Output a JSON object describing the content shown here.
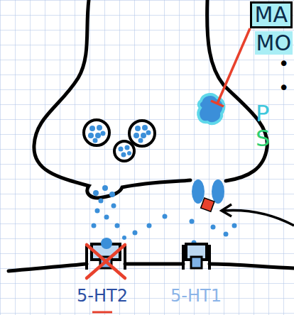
{
  "diagram": {
    "nodes": [
      {
        "text": [
          "MA"
        ]
      }
    ],
    "labels": [
      "MO",
      "•",
      "•",
      "P",
      "S",
      "5-HT2",
      "5-HT1"
    ]
  }
}
